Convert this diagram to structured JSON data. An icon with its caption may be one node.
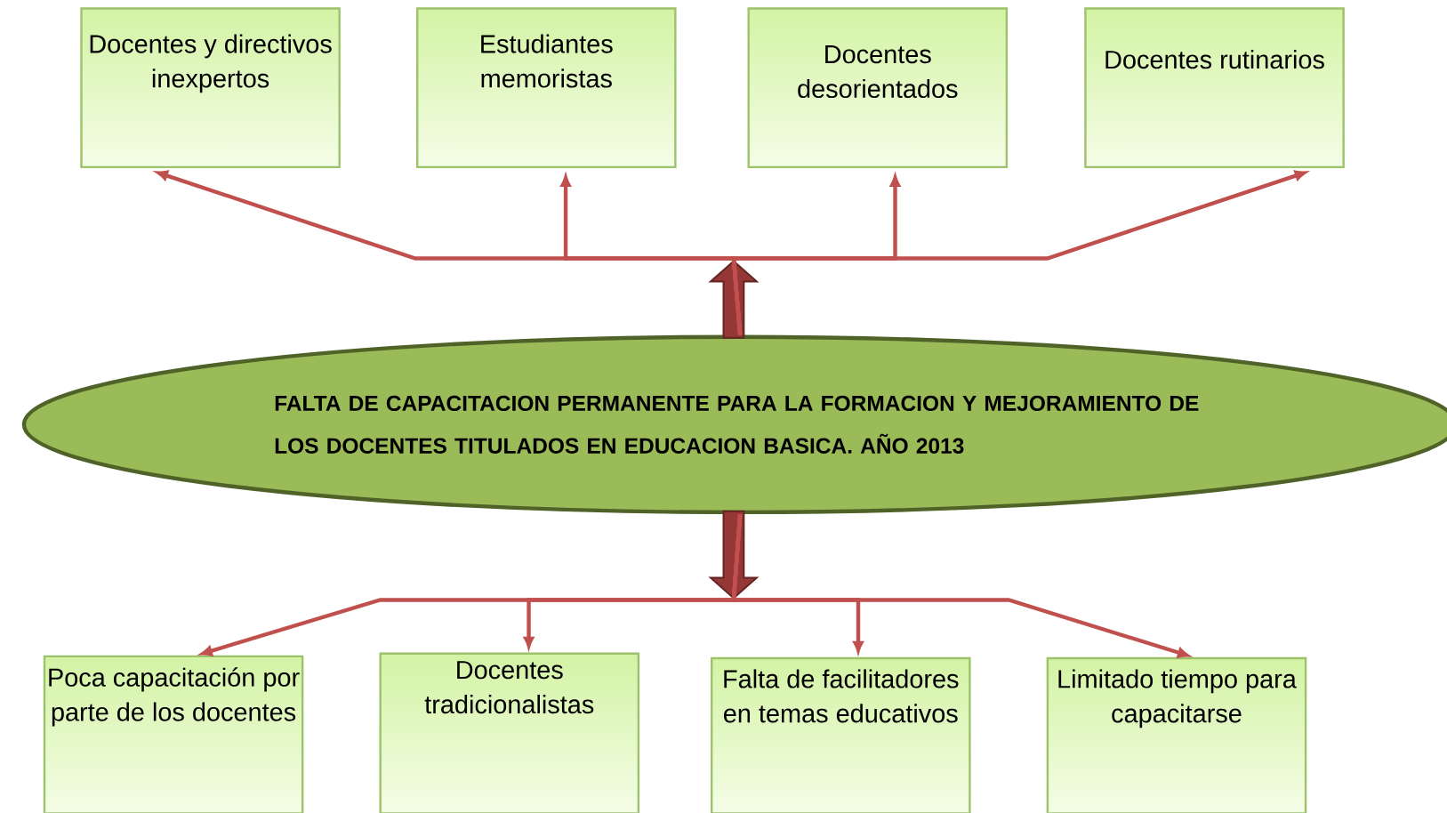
{
  "diagram": {
    "nodes": [
      {
        "text": [
          "Docentes y directivos inexpertos"
        ]
      },
      {
        "text": [
          "Estudiantes memoristas"
        ]
      },
      {
        "text": [
          "Docentes desorientados"
        ]
      },
      {
        "text": [
          "Docentes rutinarios"
        ]
      },
      {
        "text": [
          "FALTA DE CAPACITACION PERMANENTE PARA LA FORMACION Y MEJORAMIENTO DE LOS DOCENTES TITULADOS EN EDUCACION BASICA. AÑO 2013"
        ]
      },
      {
        "text": [
          "Poca capacitación por parte de los docentes"
        ]
      },
      {
        "text": [
          "Docentes tradicionalistas"
        ]
      },
      {
        "text": [
          "Falta de facilitadores en temas educativos"
        ]
      },
      {
        "text": [
          "Limitado tiempo para capacitarse"
        ]
      }
    ],
    "edges": [
      {
        "from": 4,
        "to": 0,
        "arrow": "to"
      },
      {
        "from": 4,
        "to": 1,
        "arrow": "to"
      },
      {
        "from": 4,
        "to": 2,
        "arrow": "to"
      },
      {
        "from": 4,
        "to": 3,
        "arrow": "to"
      },
      {
        "from": 4,
        "to": 5,
        "arrow": "to"
      },
      {
        "from": 4,
        "to": 6,
        "arrow": "to"
      },
      {
        "from": 4,
        "to": 7,
        "arrow": "to"
      },
      {
        "from": 4,
        "to": 8,
        "arrow": "to"
      }
    ]
  }
}
